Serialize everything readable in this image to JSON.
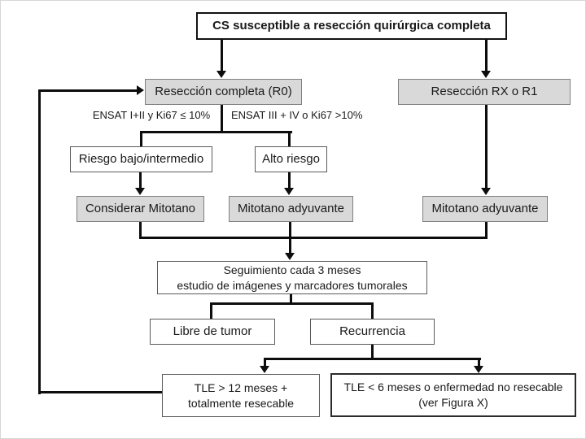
{
  "figure": {
    "nodes": {
      "root": "CS susceptible a resección quirúrgica completa",
      "reseccion_r0": "Resección completa (R0)",
      "reseccion_rx_r1": "Resección RX o R1",
      "branch_label_left": "ENSAT I+II  y Ki67 ≤ 10%",
      "branch_label_right": "ENSAT III + IV o Ki67 >10%",
      "riesgo_bajo_intermedio": "Riesgo bajo/intermedio",
      "alto_riesgo": "Alto riesgo",
      "considerar_mitotano": "Considerar Mitotano",
      "mitotano_adyuvante_centro": "Mitotano adyuvante",
      "mitotano_adyuvante_derecha": "Mitotano adyuvante",
      "seguimiento_linea1": "Seguimiento cada 3 meses",
      "seguimiento_linea2": "estudio de imágenes y marcadores tumorales",
      "libre_de_tumor": "Libre de tumor",
      "recurrencia": "Recurrencia",
      "tle_mayor_12_linea1": "TLE > 12 meses +",
      "tle_mayor_12_linea2": "totalmente resecable",
      "tle_menor_6_linea1": "TLE < 6 meses o enfermedad no resecable",
      "tle_menor_6_linea2": "(ver Figura X)"
    },
    "colors": {
      "node_fill_gray": "#d9d9d9",
      "node_fill_white": "#ffffff",
      "node_border_gray": "#808080",
      "node_border_dark": "#595959",
      "connector_line": "#000000",
      "background": "#ffffff"
    }
  }
}
